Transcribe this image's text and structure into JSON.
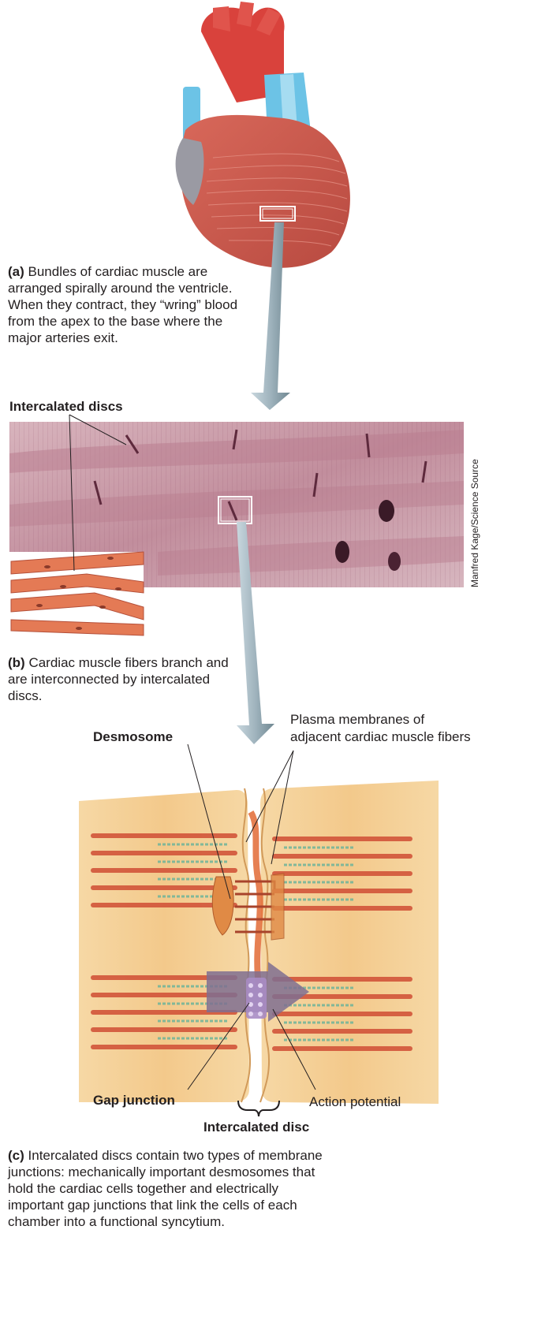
{
  "panel_a": {
    "letter": "(a)",
    "text": "Bundles of cardiac muscle are arranged spirally around the ventricle. When they contract, they “wring” blood from the apex to the base where the major arteries exit."
  },
  "panel_b": {
    "label_intercalated": "Intercalated discs",
    "credit": "Manfred Kage/Science Source",
    "letter": "(b)",
    "text": "Cardiac muscle fibers branch and are interconnected by intercalated discs."
  },
  "panel_c": {
    "label_desmosome": "Desmosome",
    "label_membranes_1": "Plasma membranes of",
    "label_membranes_2": "adjacent cardiac muscle fibers",
    "label_gap": "Gap junction",
    "label_action": "Action potential",
    "label_disc": "Intercalated disc",
    "letter": "(c)",
    "text_lines": [
      "Intercalated discs contain two types of membrane",
      "junctions: mechanically important desmosomes that",
      "hold the cardiac cells together and electrically",
      "important gap junctions that link the cells of each",
      "chamber into a functional syncytium."
    ]
  },
  "colors": {
    "heart": "#c8554a",
    "aorta": "#d9423c",
    "vessel_blue": "#6cc3e6",
    "micrograph": "#c99aa8",
    "fiber": "#e47a55",
    "cell_fill": "#f7d79f",
    "arrow": "#9fb3bd"
  }
}
